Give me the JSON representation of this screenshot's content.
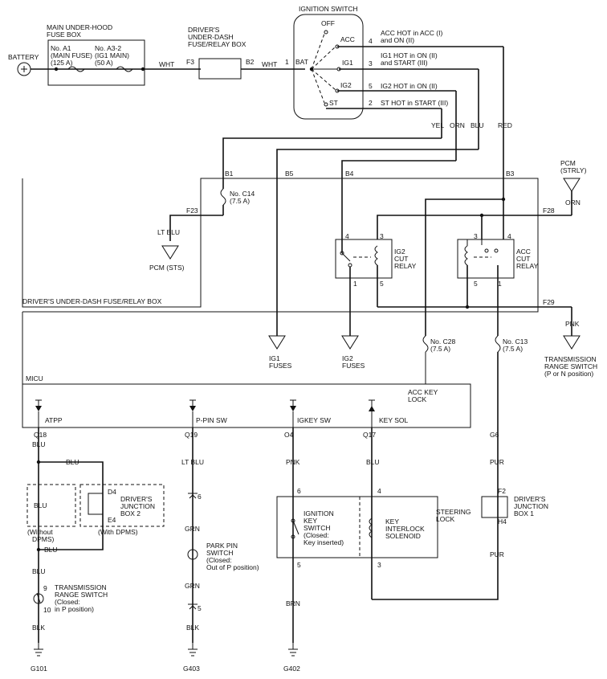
{
  "top": {
    "battery": "BATTERY",
    "fusebox_title1": "MAIN UNDER-HOOD",
    "fusebox_title2": "FUSE BOX",
    "fuse_a1": [
      "No. A1",
      "(MAIN FUSE)",
      "(125 A)"
    ],
    "fuse_a3": [
      "No. A3-2",
      "(IG1 MAIN)",
      "(50 A)"
    ],
    "wht1": "WHT",
    "udb_title": [
      "DRIVER'S",
      "UNDER-DASH",
      "FUSE/RELAY BOX"
    ],
    "f3": "F3",
    "b2": "B2",
    "wht2": "WHT"
  },
  "ignition": {
    "title": "IGNITION SWITCH",
    "off": "OFF",
    "acc": "ACC",
    "ig1": "IG1",
    "ig2": "IG2",
    "st": "ST",
    "bat": "BAT",
    "pin1": "1",
    "pin4": "4",
    "pin3": "3",
    "pin5": "5",
    "pin2": "2",
    "desc_acc": [
      "ACC HOT in ACC (I)",
      "and ON (II)"
    ],
    "desc_ig1": [
      "IG1 HOT in ON (II)",
      "and START (III)"
    ],
    "desc_ig2": "IG2 HOT in ON (II)",
    "desc_st": "ST HOT in START (III)",
    "yel": "YEL",
    "orn": "ORN",
    "blu": "BLU",
    "red": "RED"
  },
  "fusebox": {
    "b1": "B1",
    "b5": "B5",
    "b4": "B4",
    "b3": "B3",
    "c14": [
      "No. C14",
      "(7.5 A)"
    ],
    "f23": "F23",
    "ltblu": "LT BLU",
    "pcm_sts": "PCM (STS)",
    "pcm_strly": [
      "PCM",
      "(STRLY)"
    ],
    "orn": "ORN",
    "f28": "F28",
    "ig2relay": [
      "IG2",
      "CUT",
      "RELAY"
    ],
    "accrelay": [
      "ACC",
      "CUT",
      "RELAY"
    ],
    "r_pins": [
      "4",
      "3",
      "1",
      "5",
      "3",
      "4",
      "5",
      "1"
    ],
    "f29": "F29",
    "pnk": "PNK",
    "trs": [
      "TRANSMISSION",
      "RANGE SWITCH",
      "(P or N position)"
    ],
    "box_label": "DRIVER'S UNDER-DASH FUSE/RELAY BOX",
    "ig1fuses": [
      "IG1",
      "FUSES"
    ],
    "ig2fuses": [
      "IG2",
      "FUSES"
    ],
    "c28": [
      "No. C28",
      "(7.5 A)"
    ],
    "c13": [
      "No. C13",
      "(7.5 A)"
    ]
  },
  "micu": {
    "title": "MICU",
    "acckey": [
      "ACC KEY",
      "LOCK"
    ],
    "atpp": "ATPP",
    "ppin": "P-PIN SW",
    "igkey": "IGKEY SW",
    "keysol": "KEY SOL",
    "q18": "Q18",
    "q19": "Q19",
    "o4": "O4",
    "q17": "Q17",
    "g6": "G6"
  },
  "lower": {
    "blu_a": "BLU",
    "blu_b": "BLU",
    "blu_c": "BLU",
    "blu_d": "BLU",
    "blu_e": "BLU",
    "d4": "D4",
    "e4": "E4",
    "djb2": [
      "DRIVER'S",
      "JUNCTION",
      "BOX 2"
    ],
    "without": [
      "(Without",
      "DPMS)"
    ],
    "with": "(With DPMS)",
    "trs_pin9": "9",
    "trs_pin10": "10",
    "trs2": [
      "TRANSMISSION",
      "RANGE SWITCH",
      "(Closed:",
      "in P position)"
    ],
    "blk1": "BLK",
    "g101": "G101",
    "ltblu2": "LT BLU",
    "pin6a": "6",
    "grn1": "GRN",
    "pps": [
      "PARK PIN",
      "SWITCH",
      "(Closed:",
      "Out of P position)"
    ],
    "grn2": "GRN",
    "pin5a": "5",
    "blk2": "BLK",
    "g403": "G403",
    "pnk2": "PNK",
    "pin6b": "6",
    "iks": [
      "IGNITION",
      "KEY",
      "SWITCH",
      "(Closed:",
      "Key inserted)"
    ],
    "pin5b": "5",
    "brn": "BRN",
    "g402": "G402",
    "blu_f": "BLU",
    "pin4b": "4",
    "kis": [
      "KEY",
      "INTERLOCK",
      "SOLENOID"
    ],
    "steering": [
      "STEERING",
      "LOCK"
    ],
    "pin3b": "3",
    "pur1": "PUR",
    "f2": "F2",
    "h4": "H4",
    "djb1": [
      "DRIVER'S",
      "JUNCTION",
      "BOX 1"
    ],
    "pur2": "PUR"
  }
}
